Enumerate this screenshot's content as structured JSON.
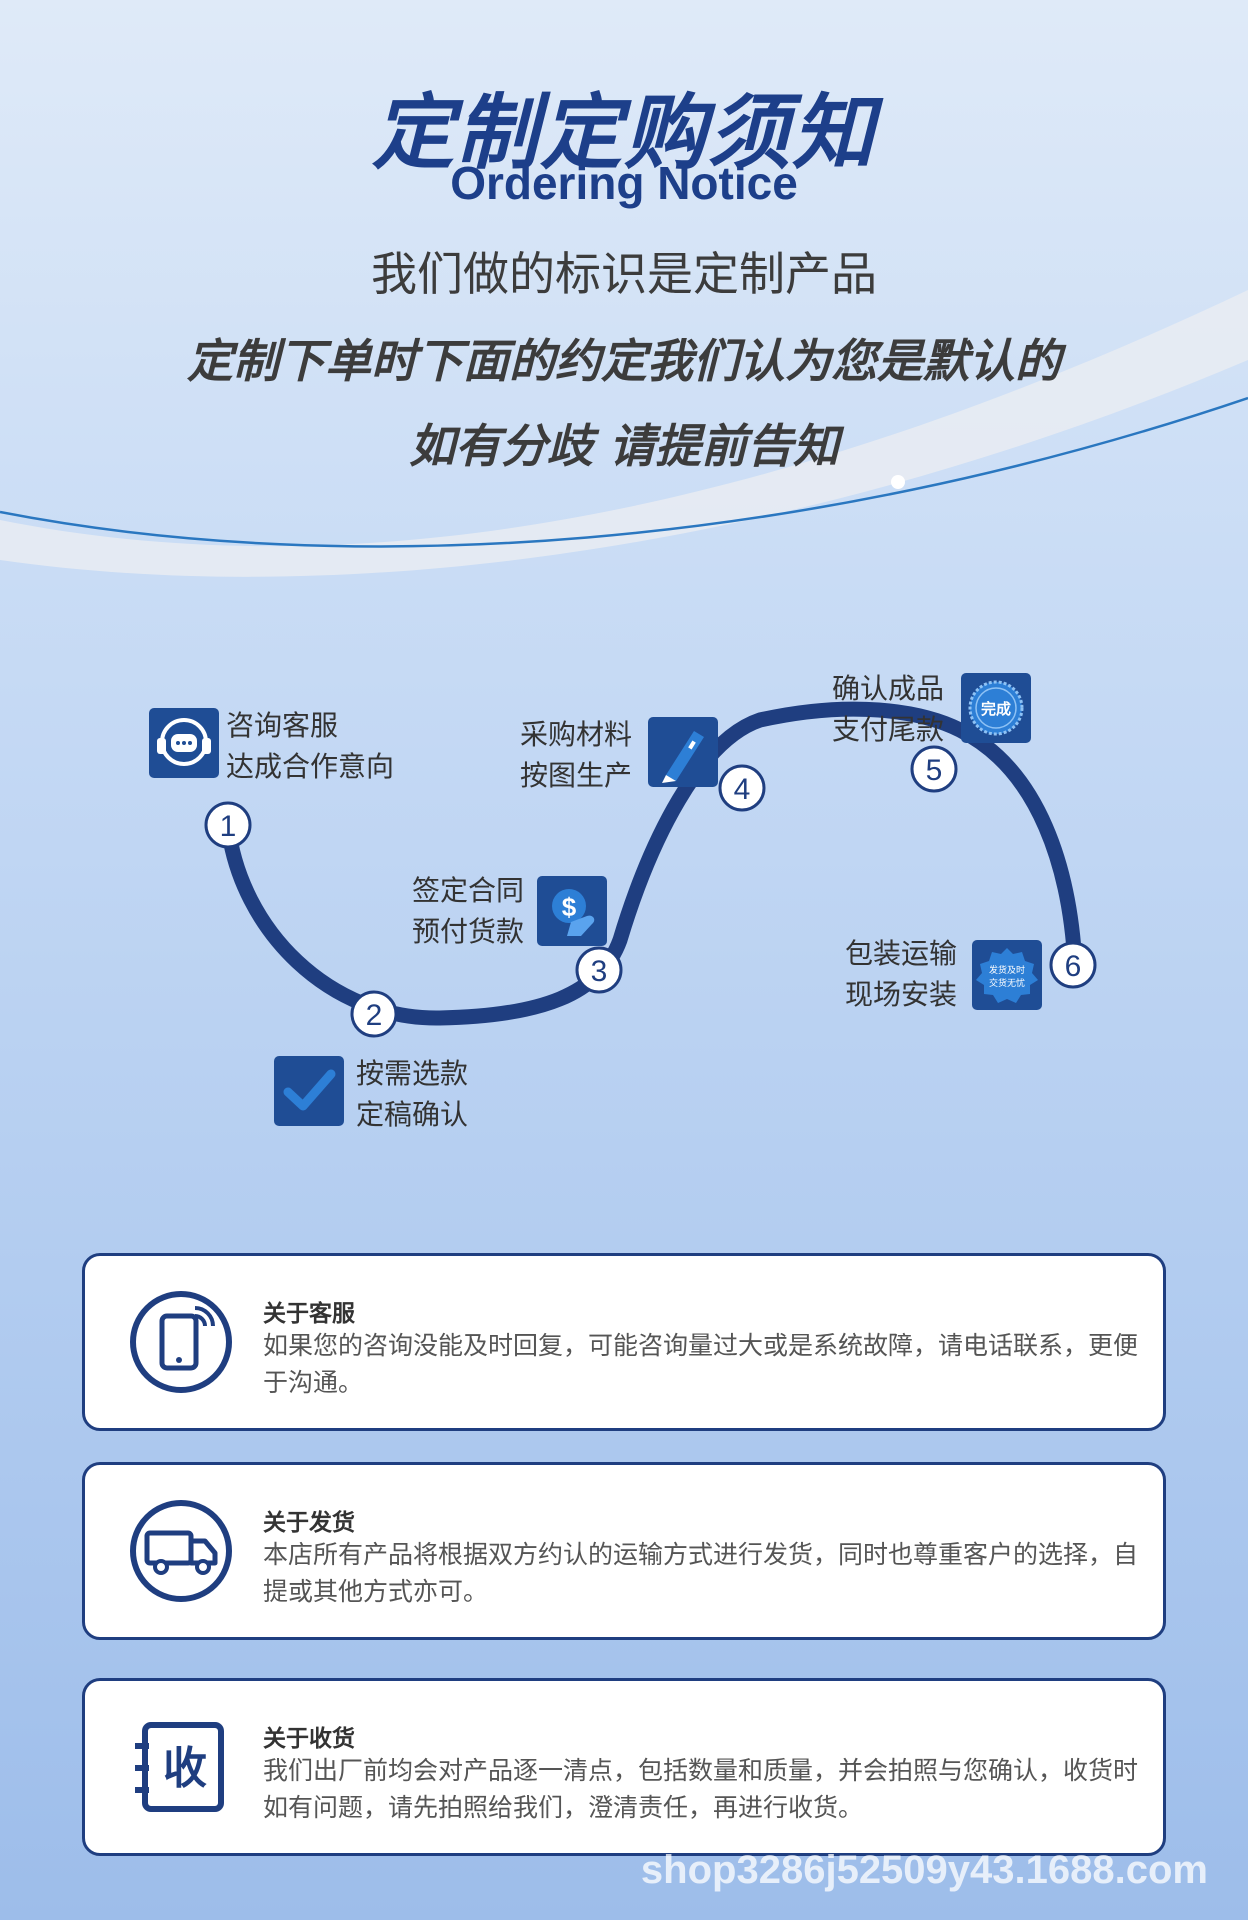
{
  "header": {
    "title_cn": "定制定购须知",
    "title_en": "Ordering Notice",
    "line1": "我们做的标识是定制产品",
    "line2": "定制下单时下面的约定我们认为您是默认的",
    "line3": "如有分歧 请提前告知"
  },
  "steps": [
    {
      "num": "1",
      "line1": "咨询客服",
      "line2": "达成合作意向",
      "icon": "headset-chat-icon"
    },
    {
      "num": "2",
      "line1": "按需选款",
      "line2": "定稿确认",
      "icon": "checkmark-icon"
    },
    {
      "num": "3",
      "line1": "签定合同",
      "line2": "预付货款",
      "icon": "dollar-hand-icon"
    },
    {
      "num": "4",
      "line1": "采购材料",
      "line2": "按图生产",
      "icon": "cutter-icon"
    },
    {
      "num": "5",
      "line1": "确认成品",
      "line2": "支付尾款",
      "icon": "complete-stamp-icon",
      "stamp_text": "完成"
    },
    {
      "num": "6",
      "line1": "包装运输",
      "line2": "现场安装",
      "icon": "delivery-stamp-icon",
      "stamp_text_1": "发货及时",
      "stamp_text_2": "交货无忧"
    }
  ],
  "cards": [
    {
      "title": "关于客服",
      "body": "如果您的咨询没能及时回复，可能咨询量过大或是系统故障，请电话联系，更便于沟通。",
      "icon": "phone-icon"
    },
    {
      "title": "关于发货",
      "body": "本店所有产品将根据双方约认的运输方式进行发货，同时也尊重客户的选择，自提或其他方式亦可。",
      "icon": "truck-icon"
    },
    {
      "title": "关于收货",
      "body": "我们出厂前均会对产品逐一清点，包括数量和质量，并会拍照与您确认，收货时如有问题，请先拍照给我们，澄清责任，再进行收货。",
      "icon": "receive-icon",
      "icon_text": "收"
    }
  ],
  "watermark": "shop3286j52509y43.1688.com",
  "colors": {
    "primary": "#1f3e80",
    "accent": "#1f4d95",
    "text": "#3c3c3c"
  }
}
